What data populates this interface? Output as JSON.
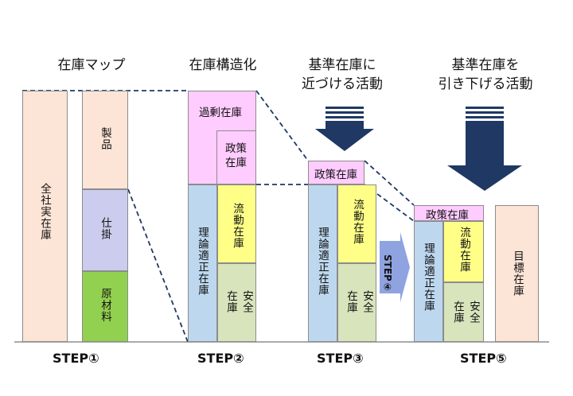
{
  "headers": {
    "map": "在庫マップ",
    "structure": "在庫構造化",
    "approach_line1": "基準在庫に",
    "approach_line2": "近づける活動",
    "lower_line1": "基準在庫を",
    "lower_line2": "引き下げる活動"
  },
  "step1": {
    "total": "全社実在庫",
    "product": "製品",
    "wip": "仕掛",
    "raw": "原材料",
    "label": "STEP①"
  },
  "step2": {
    "excess": "過剰在庫",
    "policy": "政策在庫",
    "theory": "理論適正在庫",
    "flow": "流動在庫",
    "safety_a": "安全",
    "safety_b": "在庫",
    "label": "STEP②"
  },
  "step3": {
    "policy": "政策在庫",
    "theory": "理論適正在庫",
    "flow": "流動在庫",
    "safety_a": "安全",
    "safety_b": "在庫",
    "label": "STEP③"
  },
  "step4": {
    "label": "STEP④"
  },
  "step5": {
    "policy": "政策在庫",
    "theory": "理論適正在庫",
    "flow": "流動在庫",
    "safety_a": "安全",
    "safety_b": "在庫",
    "target": "目標在庫",
    "label": "STEP⑤"
  },
  "colors": {
    "peach": "#fce4d6",
    "lavender": "#ccccee",
    "green": "#92d050",
    "pink": "#ffccff",
    "blue": "#bdd7ee",
    "yellow": "#ffff88",
    "sage": "#d8e4bc",
    "navy_arrow": "#1f3864",
    "step4_arrow": "#8fa3e0"
  },
  "icons": [
    "down-arrow-icon",
    "right-arrow-icon"
  ]
}
